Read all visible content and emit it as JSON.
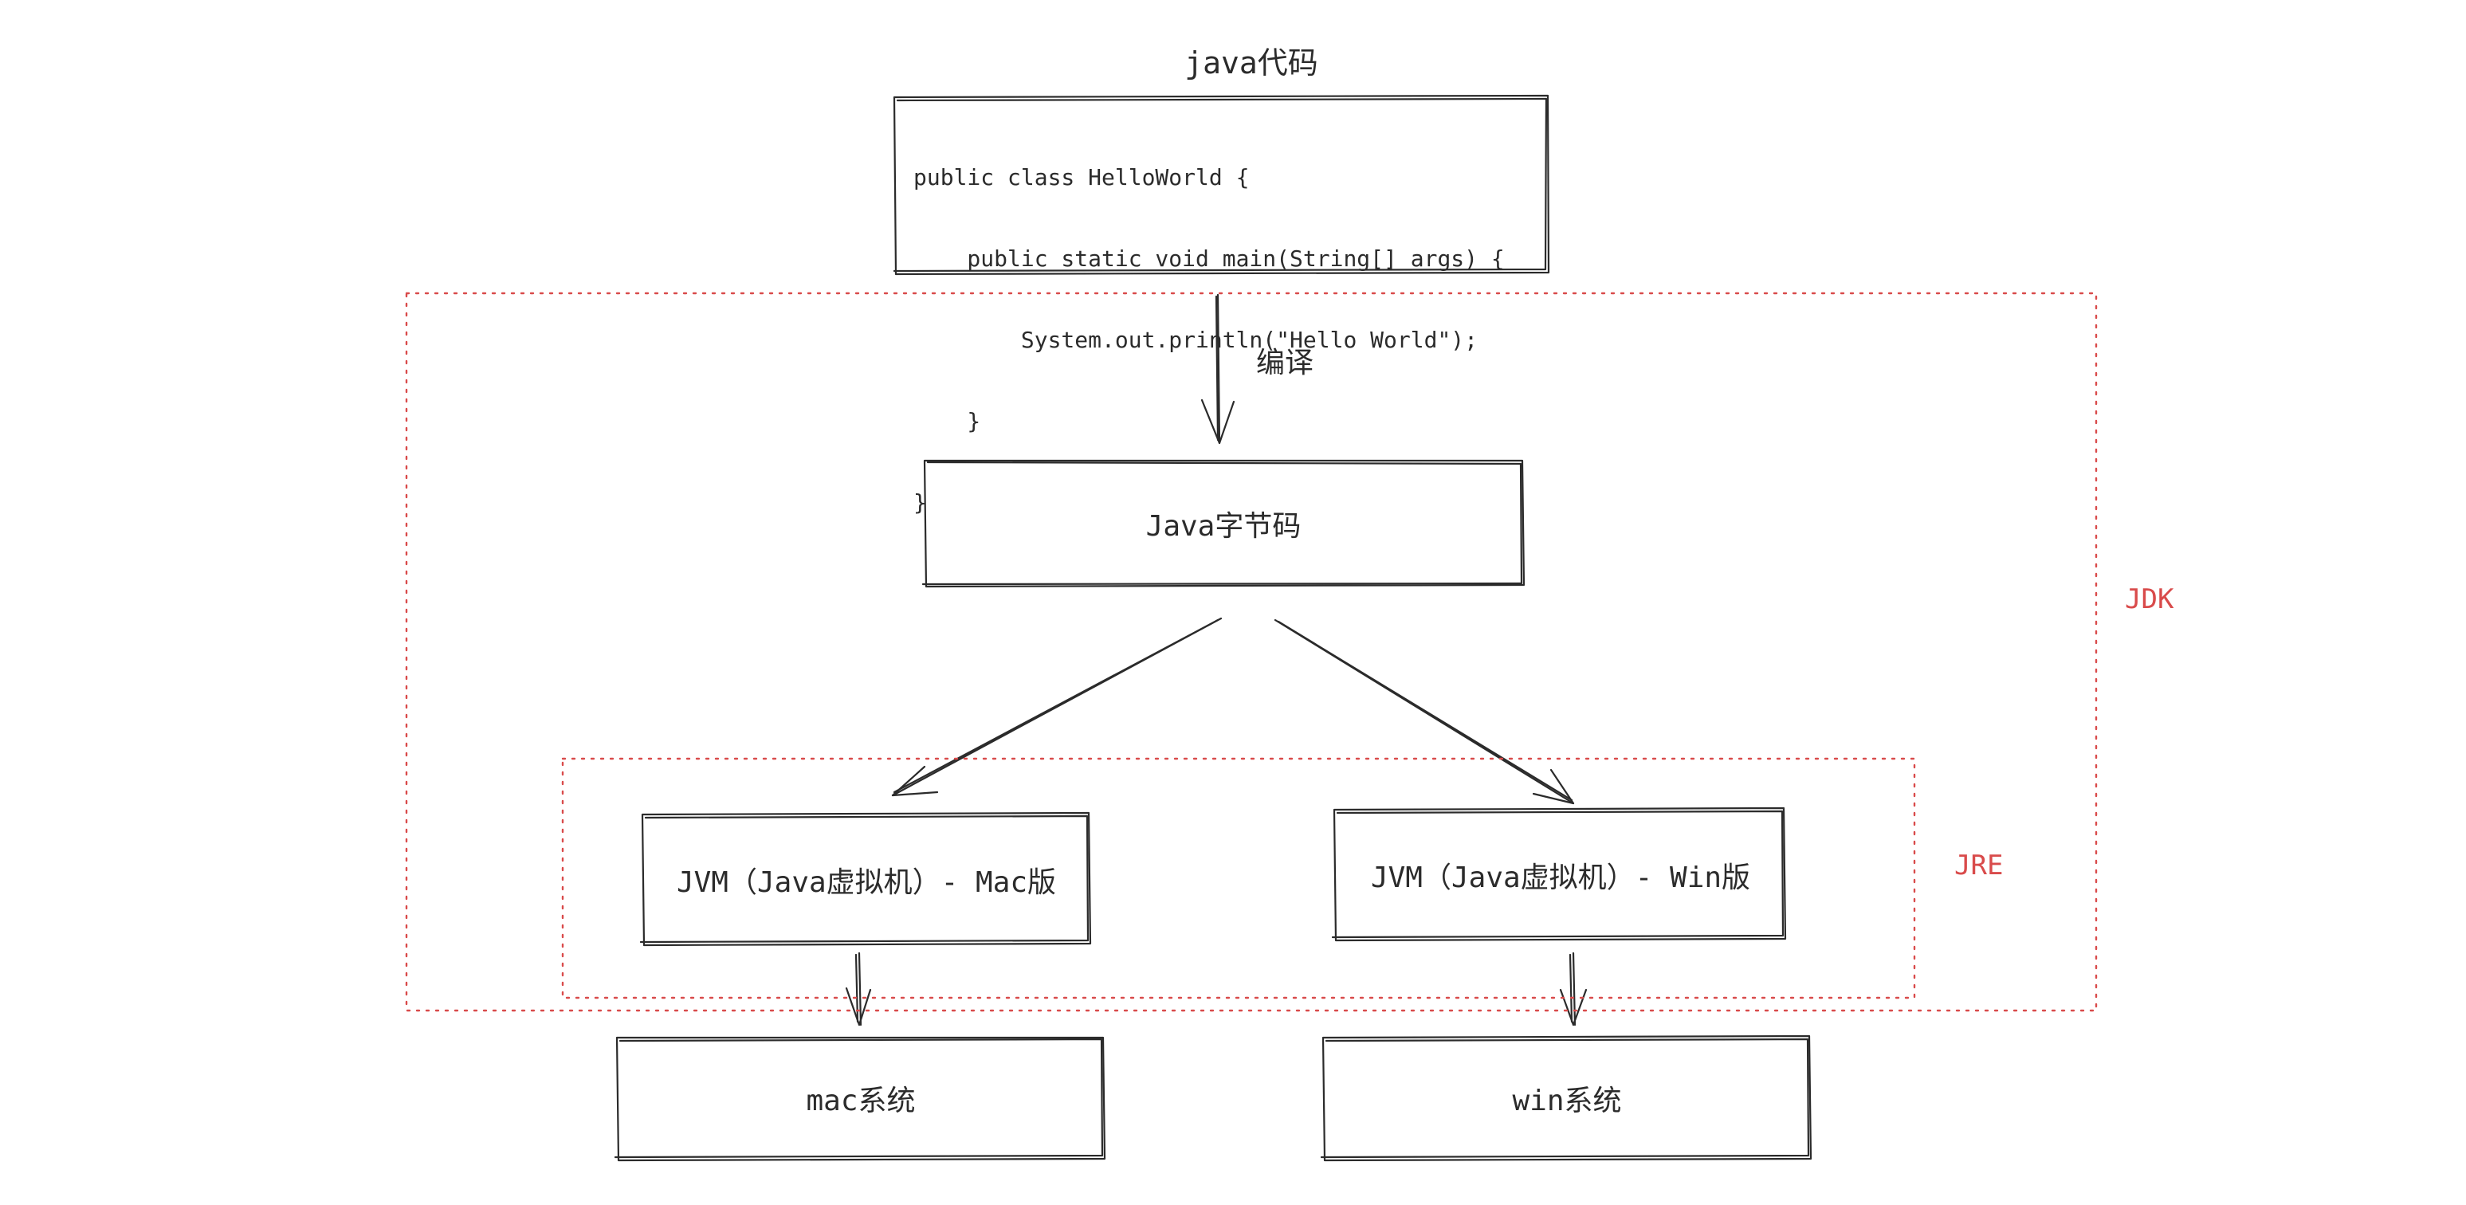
{
  "code_section": {
    "title": "java代码",
    "lines": [
      "public class HelloWorld {",
      "    public static void main(String[] args) {",
      "        System.out.println(\"Hello World\");",
      "    }",
      "}"
    ]
  },
  "edges": {
    "compile_label": "编译"
  },
  "nodes": {
    "bytecode": "Java字节码",
    "jvm_mac": "JVM（Java虚拟机）- Mac版",
    "jvm_win": "JVM（Java虚拟机）- Win版",
    "mac_system": "mac系统",
    "win_system": "win系统"
  },
  "regions": {
    "jdk": "JDK",
    "jre": "JRE"
  },
  "colors": {
    "ink": "#2b2b2b",
    "region_border": "#d94b4b",
    "background": "#ffffff"
  }
}
